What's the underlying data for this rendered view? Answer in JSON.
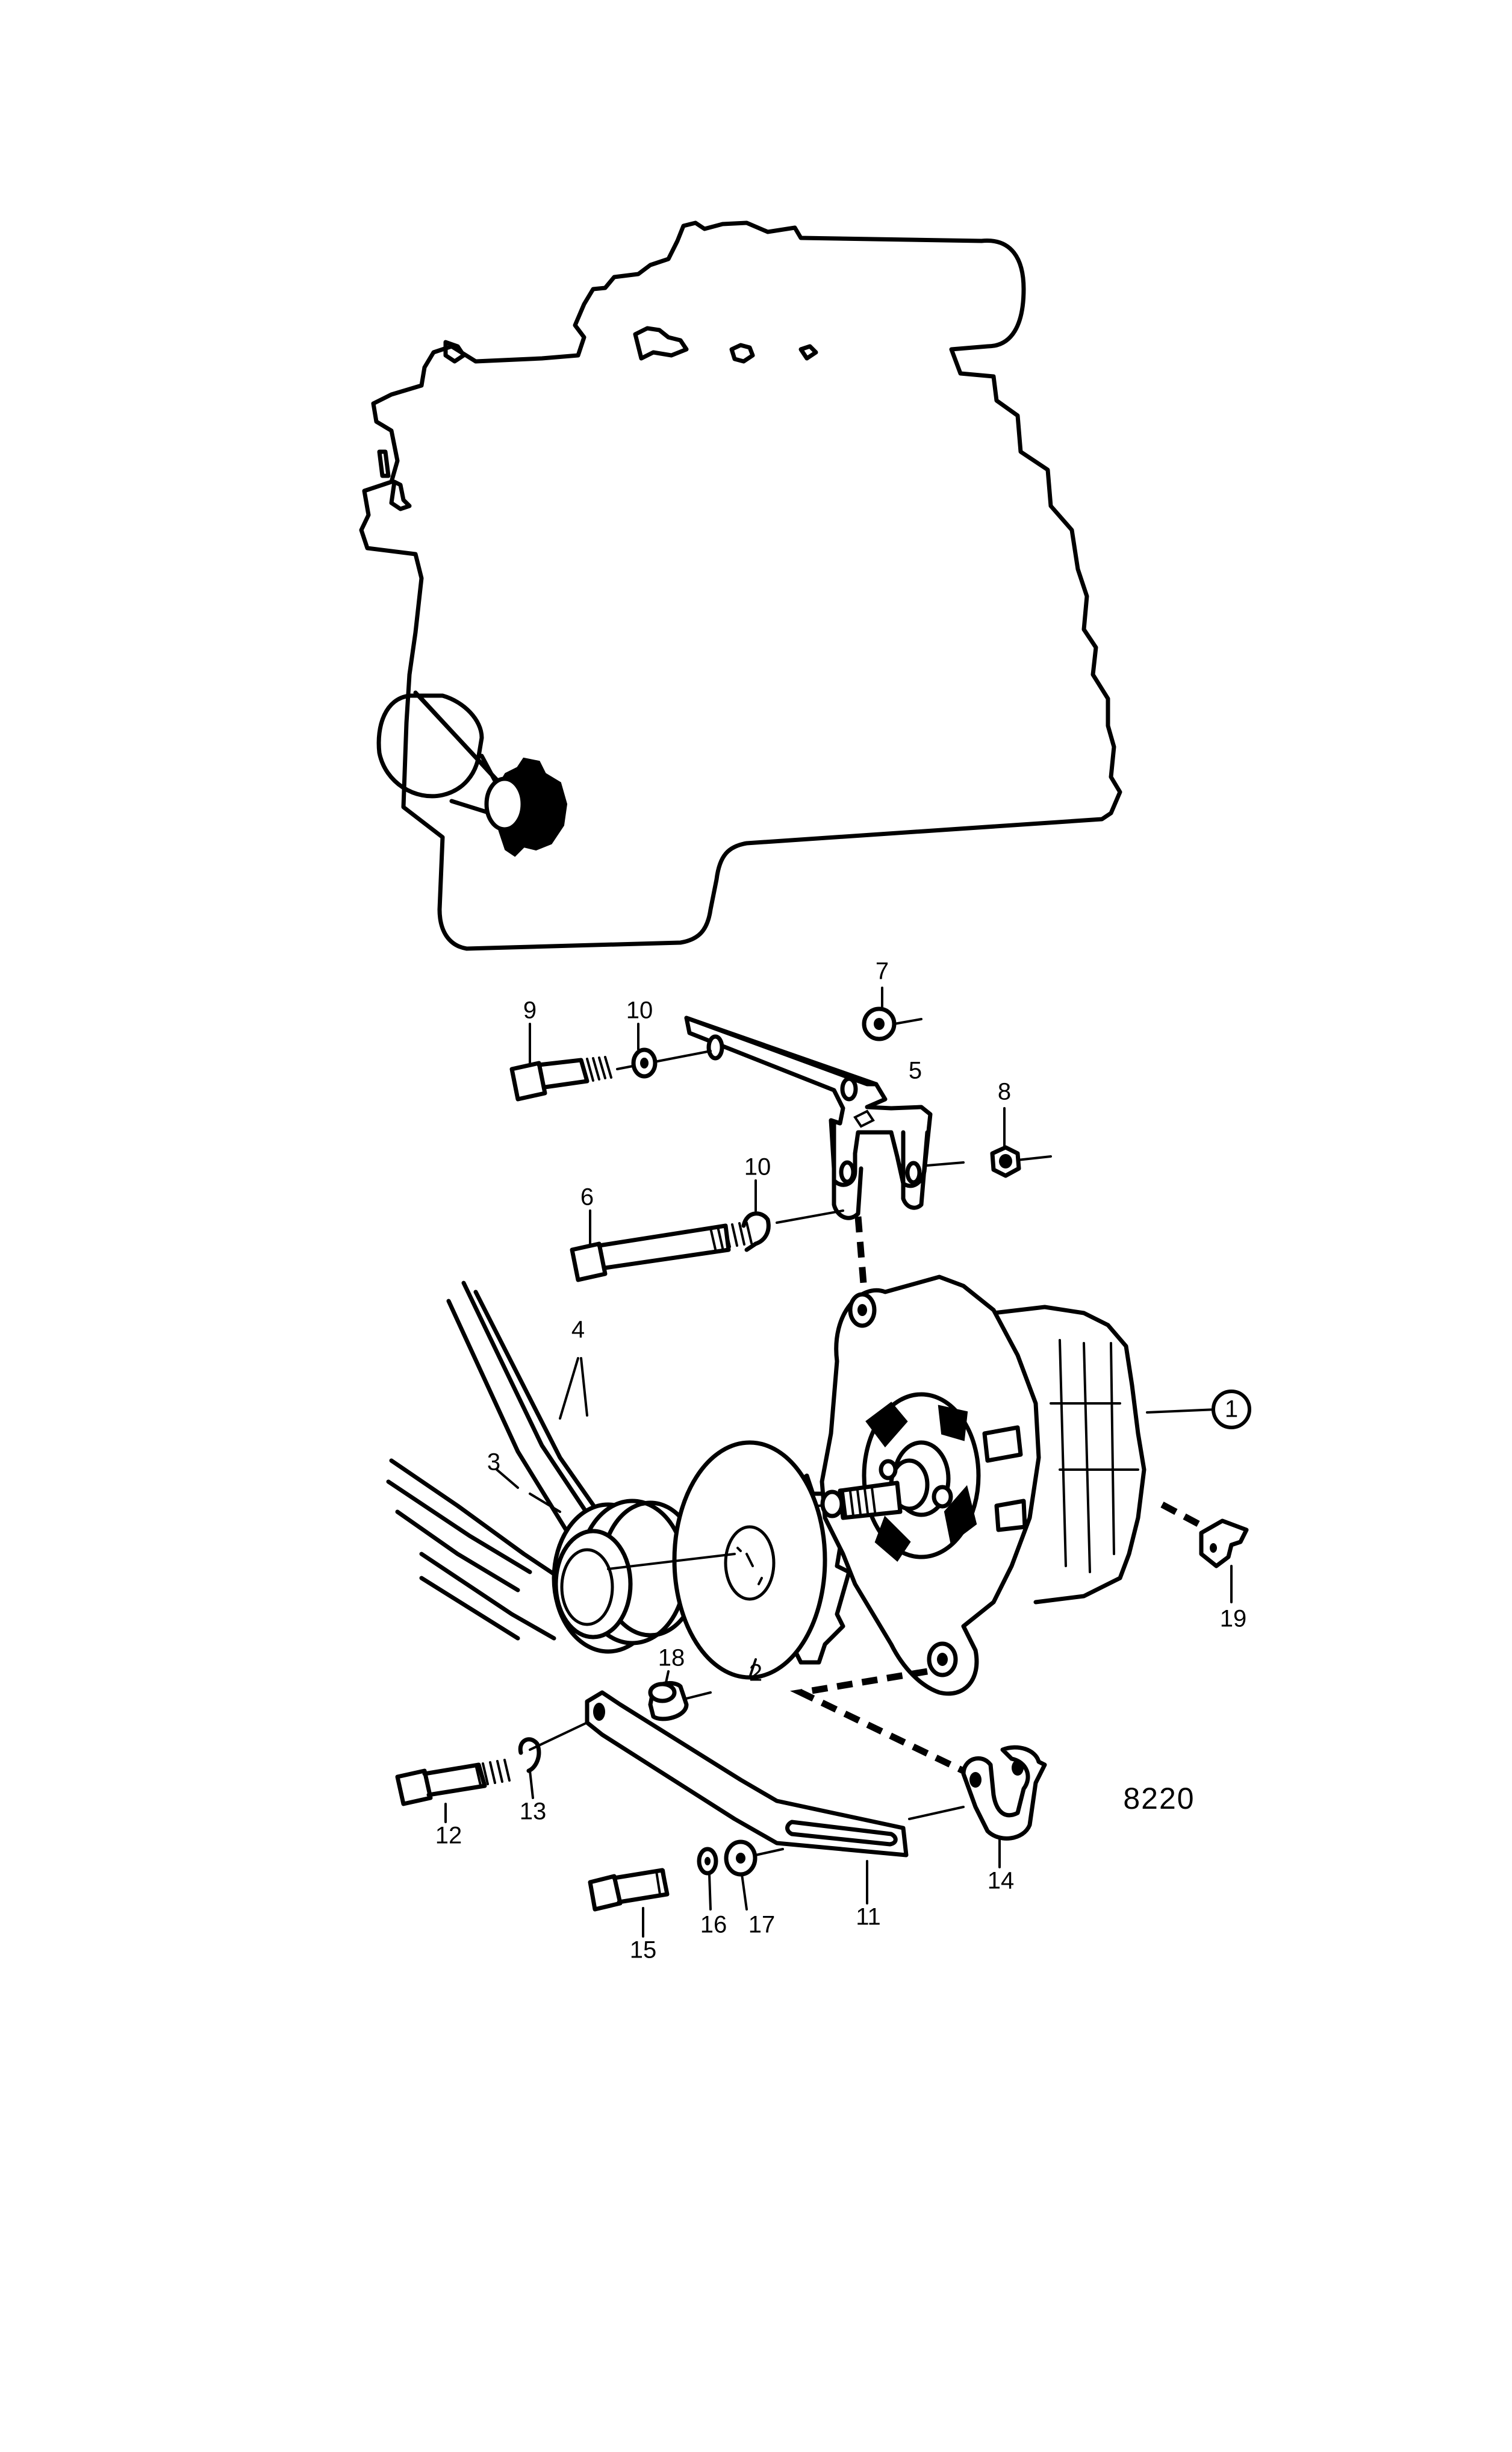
{
  "figure_number": "8220",
  "callouts": [
    {
      "key": "c1",
      "text": "1"
    },
    {
      "key": "c2",
      "text": "2"
    },
    {
      "key": "c3",
      "text": "3"
    },
    {
      "key": "c4",
      "text": "4"
    },
    {
      "key": "c5",
      "text": "5"
    },
    {
      "key": "c6",
      "text": "6"
    },
    {
      "key": "c7",
      "text": "7"
    },
    {
      "key": "c8",
      "text": "8"
    },
    {
      "key": "c9",
      "text": "9"
    },
    {
      "key": "c10a",
      "text": "10"
    },
    {
      "key": "c10b",
      "text": "10"
    },
    {
      "key": "c11",
      "text": "11"
    },
    {
      "key": "c12",
      "text": "12"
    },
    {
      "key": "c13",
      "text": "13"
    },
    {
      "key": "c14",
      "text": "14"
    },
    {
      "key": "c15",
      "text": "15"
    },
    {
      "key": "c16",
      "text": "16"
    },
    {
      "key": "c17",
      "text": "17"
    },
    {
      "key": "c18",
      "text": "18"
    },
    {
      "key": "c19",
      "text": "19"
    }
  ]
}
